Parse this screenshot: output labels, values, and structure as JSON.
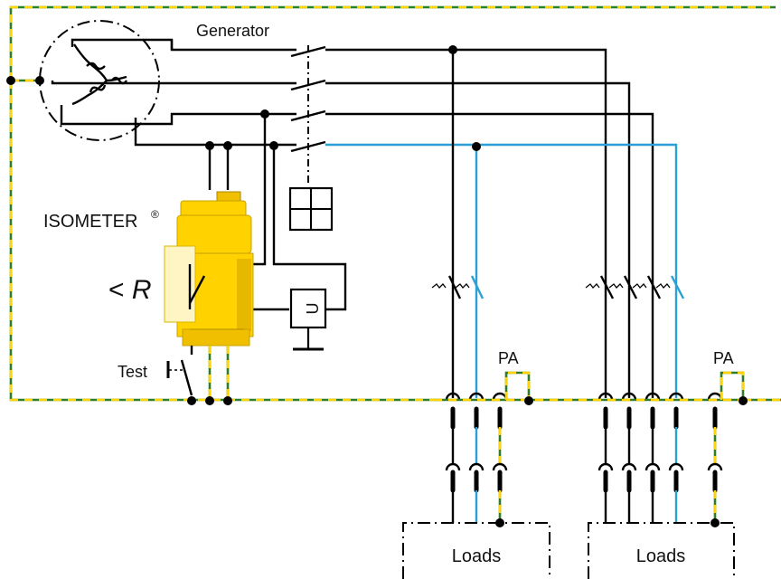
{
  "labels": {
    "generator": "Generator",
    "isometer": "ISOMETER",
    "isometer_reg": "®",
    "resistance_symbol": "< R",
    "test": "Test",
    "voltage_symbol": "U",
    "pa_left": "PA",
    "pa_right": "PA",
    "loads_left": "Loads",
    "loads_right": "Loads"
  },
  "colors": {
    "conductor": "#000000",
    "neutral_conductor": "#2c9fd6",
    "protective_earth_green": "#2f7d2a",
    "protective_earth_yellow": "#ffd400",
    "device_body": "#ffd200"
  },
  "icons": [
    "generator-symbol",
    "isometer-device",
    "breaker-symbol",
    "fuse-symbol",
    "voltage-measurement-symbol",
    "test-button-symbol"
  ]
}
